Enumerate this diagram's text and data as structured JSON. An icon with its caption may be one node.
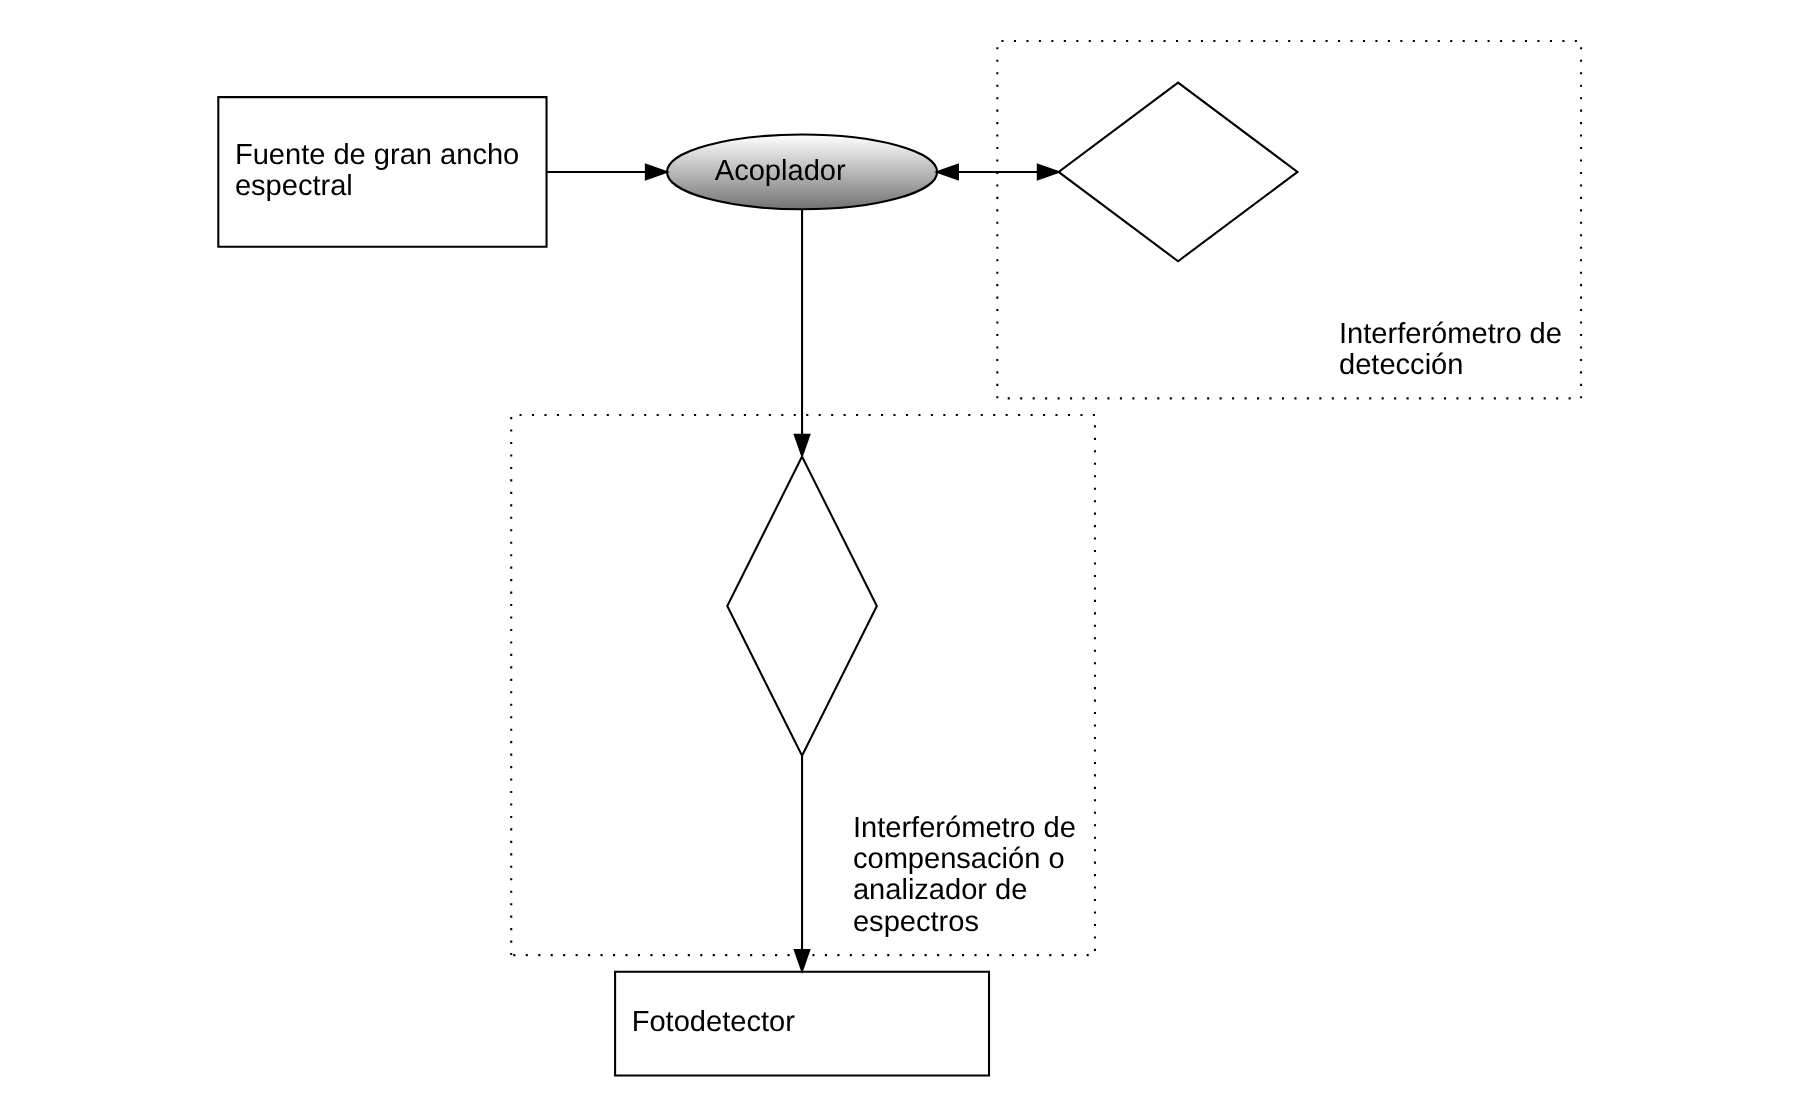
{
  "diagram": {
    "nodes": [
      {
        "text": [
          "Fuente de gran ancho espectral"
        ]
      },
      {
        "text": [
          "Acoplador"
        ]
      },
      {
        "text": [
          "Interferómetro de detección"
        ]
      },
      {
        "text": [],
        "shape": "diamond",
        "in": 2
      },
      {
        "text": [
          "Interferómetro de compensación o analizador de espectros"
        ]
      },
      {
        "text": [],
        "shape": "diamond",
        "in": 4
      },
      {
        "text": [
          "Fotodetector"
        ]
      }
    ],
    "edges": [
      {
        "from": 0,
        "to": 1,
        "arrow": "to"
      },
      {
        "from": 1,
        "to": 3,
        "arrow": "both"
      },
      {
        "from": 1,
        "to": 5,
        "arrow": "to"
      },
      {
        "from": 5,
        "to": 6,
        "arrow": "to"
      }
    ]
  }
}
